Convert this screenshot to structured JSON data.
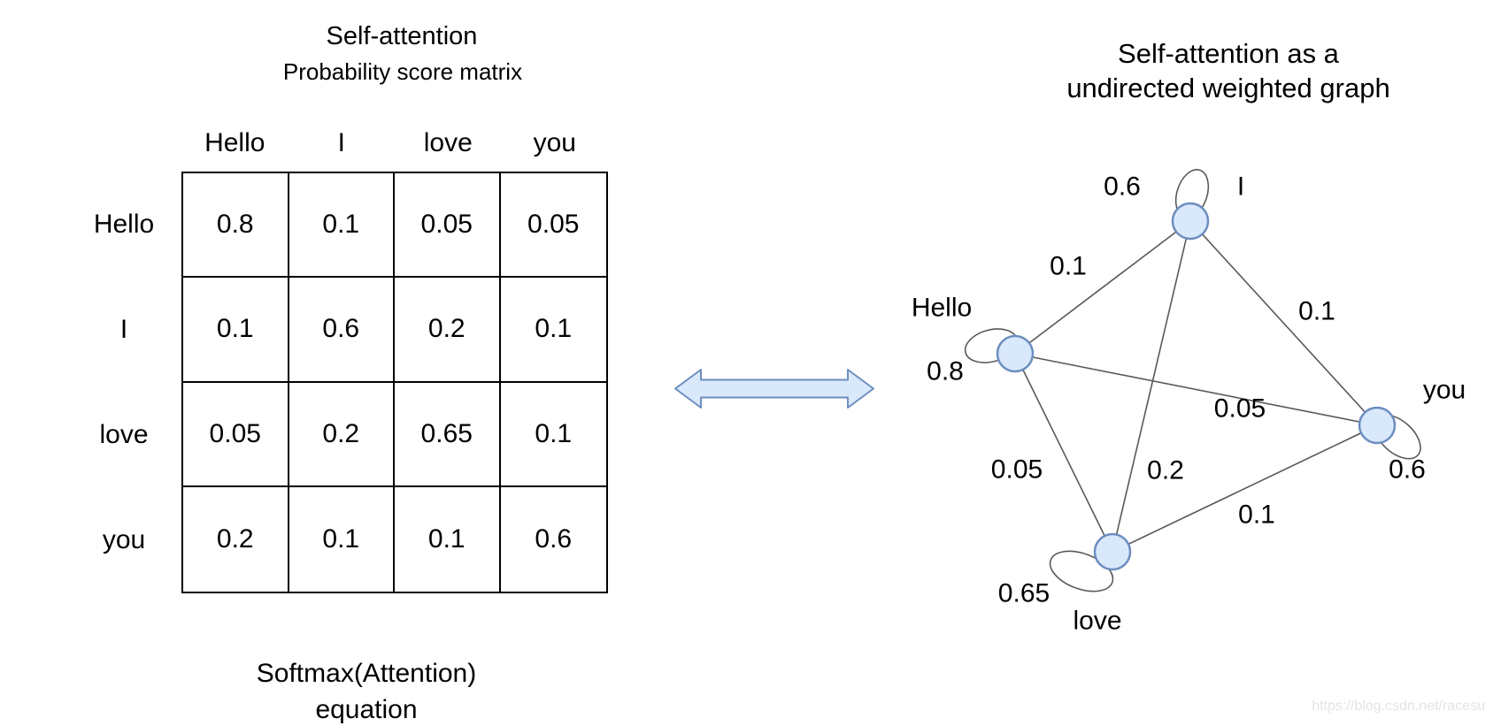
{
  "left_panel": {
    "title_line1": "Self-attention",
    "title_line2": "Probability score matrix",
    "matrix": {
      "col_headers": [
        "Hello",
        "I",
        "love",
        "you"
      ],
      "rows": [
        {
          "label": "Hello",
          "values": [
            "0.8",
            "0.1",
            "0.05",
            "0.05"
          ]
        },
        {
          "label": "I",
          "values": [
            "0.1",
            "0.6",
            "0.2",
            "0.1"
          ]
        },
        {
          "label": "love",
          "values": [
            "0.05",
            "0.2",
            "0.65",
            "0.1"
          ]
        },
        {
          "label": "you",
          "values": [
            "0.2",
            "0.1",
            "0.1",
            "0.6"
          ]
        }
      ]
    },
    "footer_line1": "Softmax(Attention)",
    "footer_line2": "equation"
  },
  "right_panel": {
    "title_line1": "Self-attention as a",
    "title_line2": "undirected weighted graph",
    "graph": {
      "type": "undirected weighted graph",
      "nodes": {
        "i": {
          "label": "I",
          "self_weight": "0.6"
        },
        "hello": {
          "label": "Hello",
          "self_weight": "0.8"
        },
        "you": {
          "label": "you",
          "self_weight": "0.6"
        },
        "love": {
          "label": "love",
          "self_weight": "0.65"
        }
      },
      "edge_weights": {
        "hello_i": "0.1",
        "i_you": "0.1",
        "hello_you": "0.05",
        "hello_love": "0.05",
        "i_love": "0.2",
        "love_you": "0.1"
      }
    }
  },
  "watermark": "https://blog.csdn.net/racesu",
  "colors": {
    "node_fill": "#dae8fc",
    "node_stroke": "#6c8ebf",
    "edge_line": "#595959",
    "arrow_fill": "#dae8fc",
    "arrow_stroke": "#6c8ebf",
    "table_border": "#000000",
    "watermark_text": "#e4e4e4"
  }
}
